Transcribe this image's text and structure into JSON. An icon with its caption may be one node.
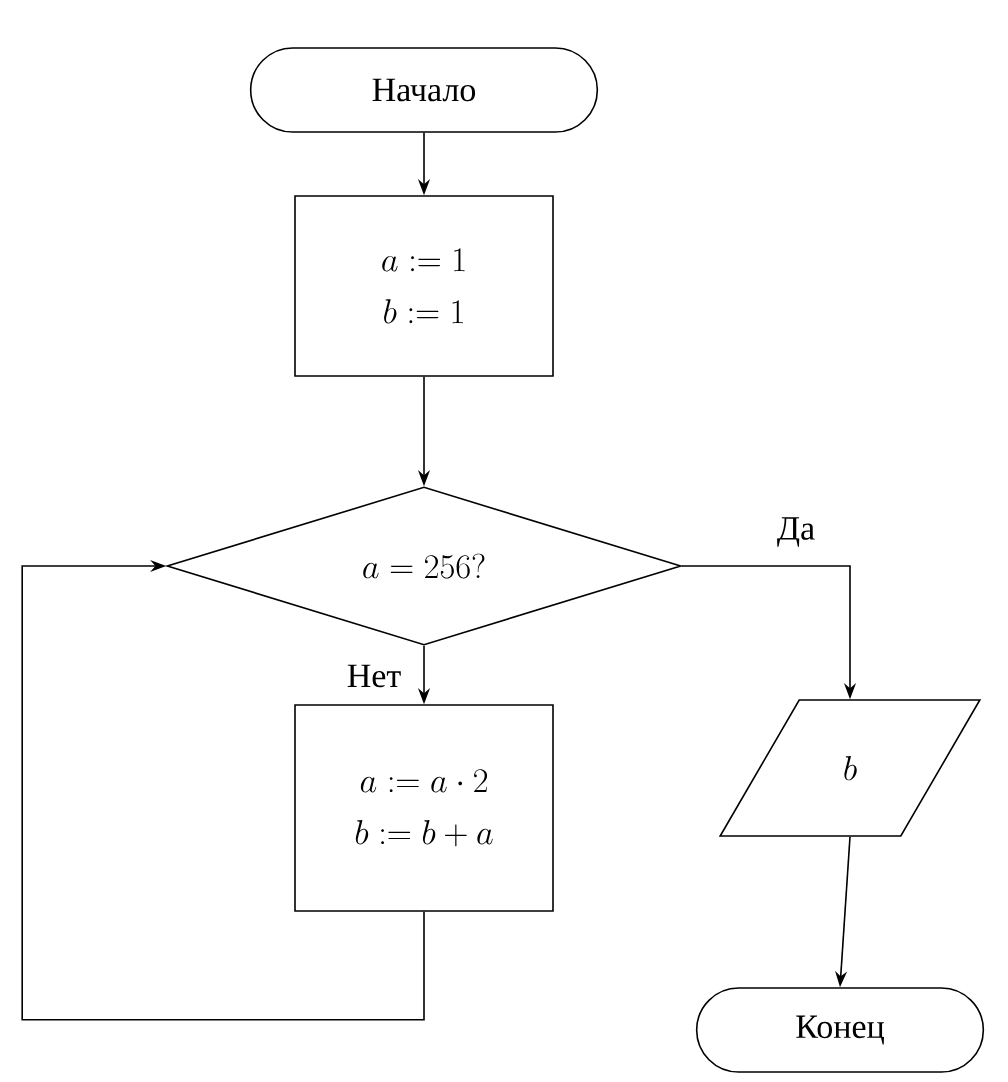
{
  "diagram": {
    "nodes": [
      {
        "text": [
          "Начало"
        ]
      },
      {
        "text": [
          "a := 1",
          "b := 1"
        ]
      },
      {
        "text": [
          "a = 256?"
        ]
      },
      {
        "text": [
          "a := a \\cdot 2",
          "b := b + a"
        ]
      },
      {
        "text": [
          "b"
        ]
      },
      {
        "text": [
          "Конец"
        ]
      }
    ],
    "edges": [
      {
        "from": 0,
        "to": 1,
        "arrow": "to"
      },
      {
        "from": 1,
        "to": 2,
        "arrow": "to"
      },
      {
        "from": 2,
        "to": 3,
        "arrow": "to",
        "label": "Нет"
      },
      {
        "from": 2,
        "to": 4,
        "arrow": "to",
        "label": "Да"
      },
      {
        "from": 4,
        "to": 5,
        "arrow": "to"
      },
      {
        "from": 3,
        "to": 2,
        "arrow": "to"
      }
    ]
  }
}
